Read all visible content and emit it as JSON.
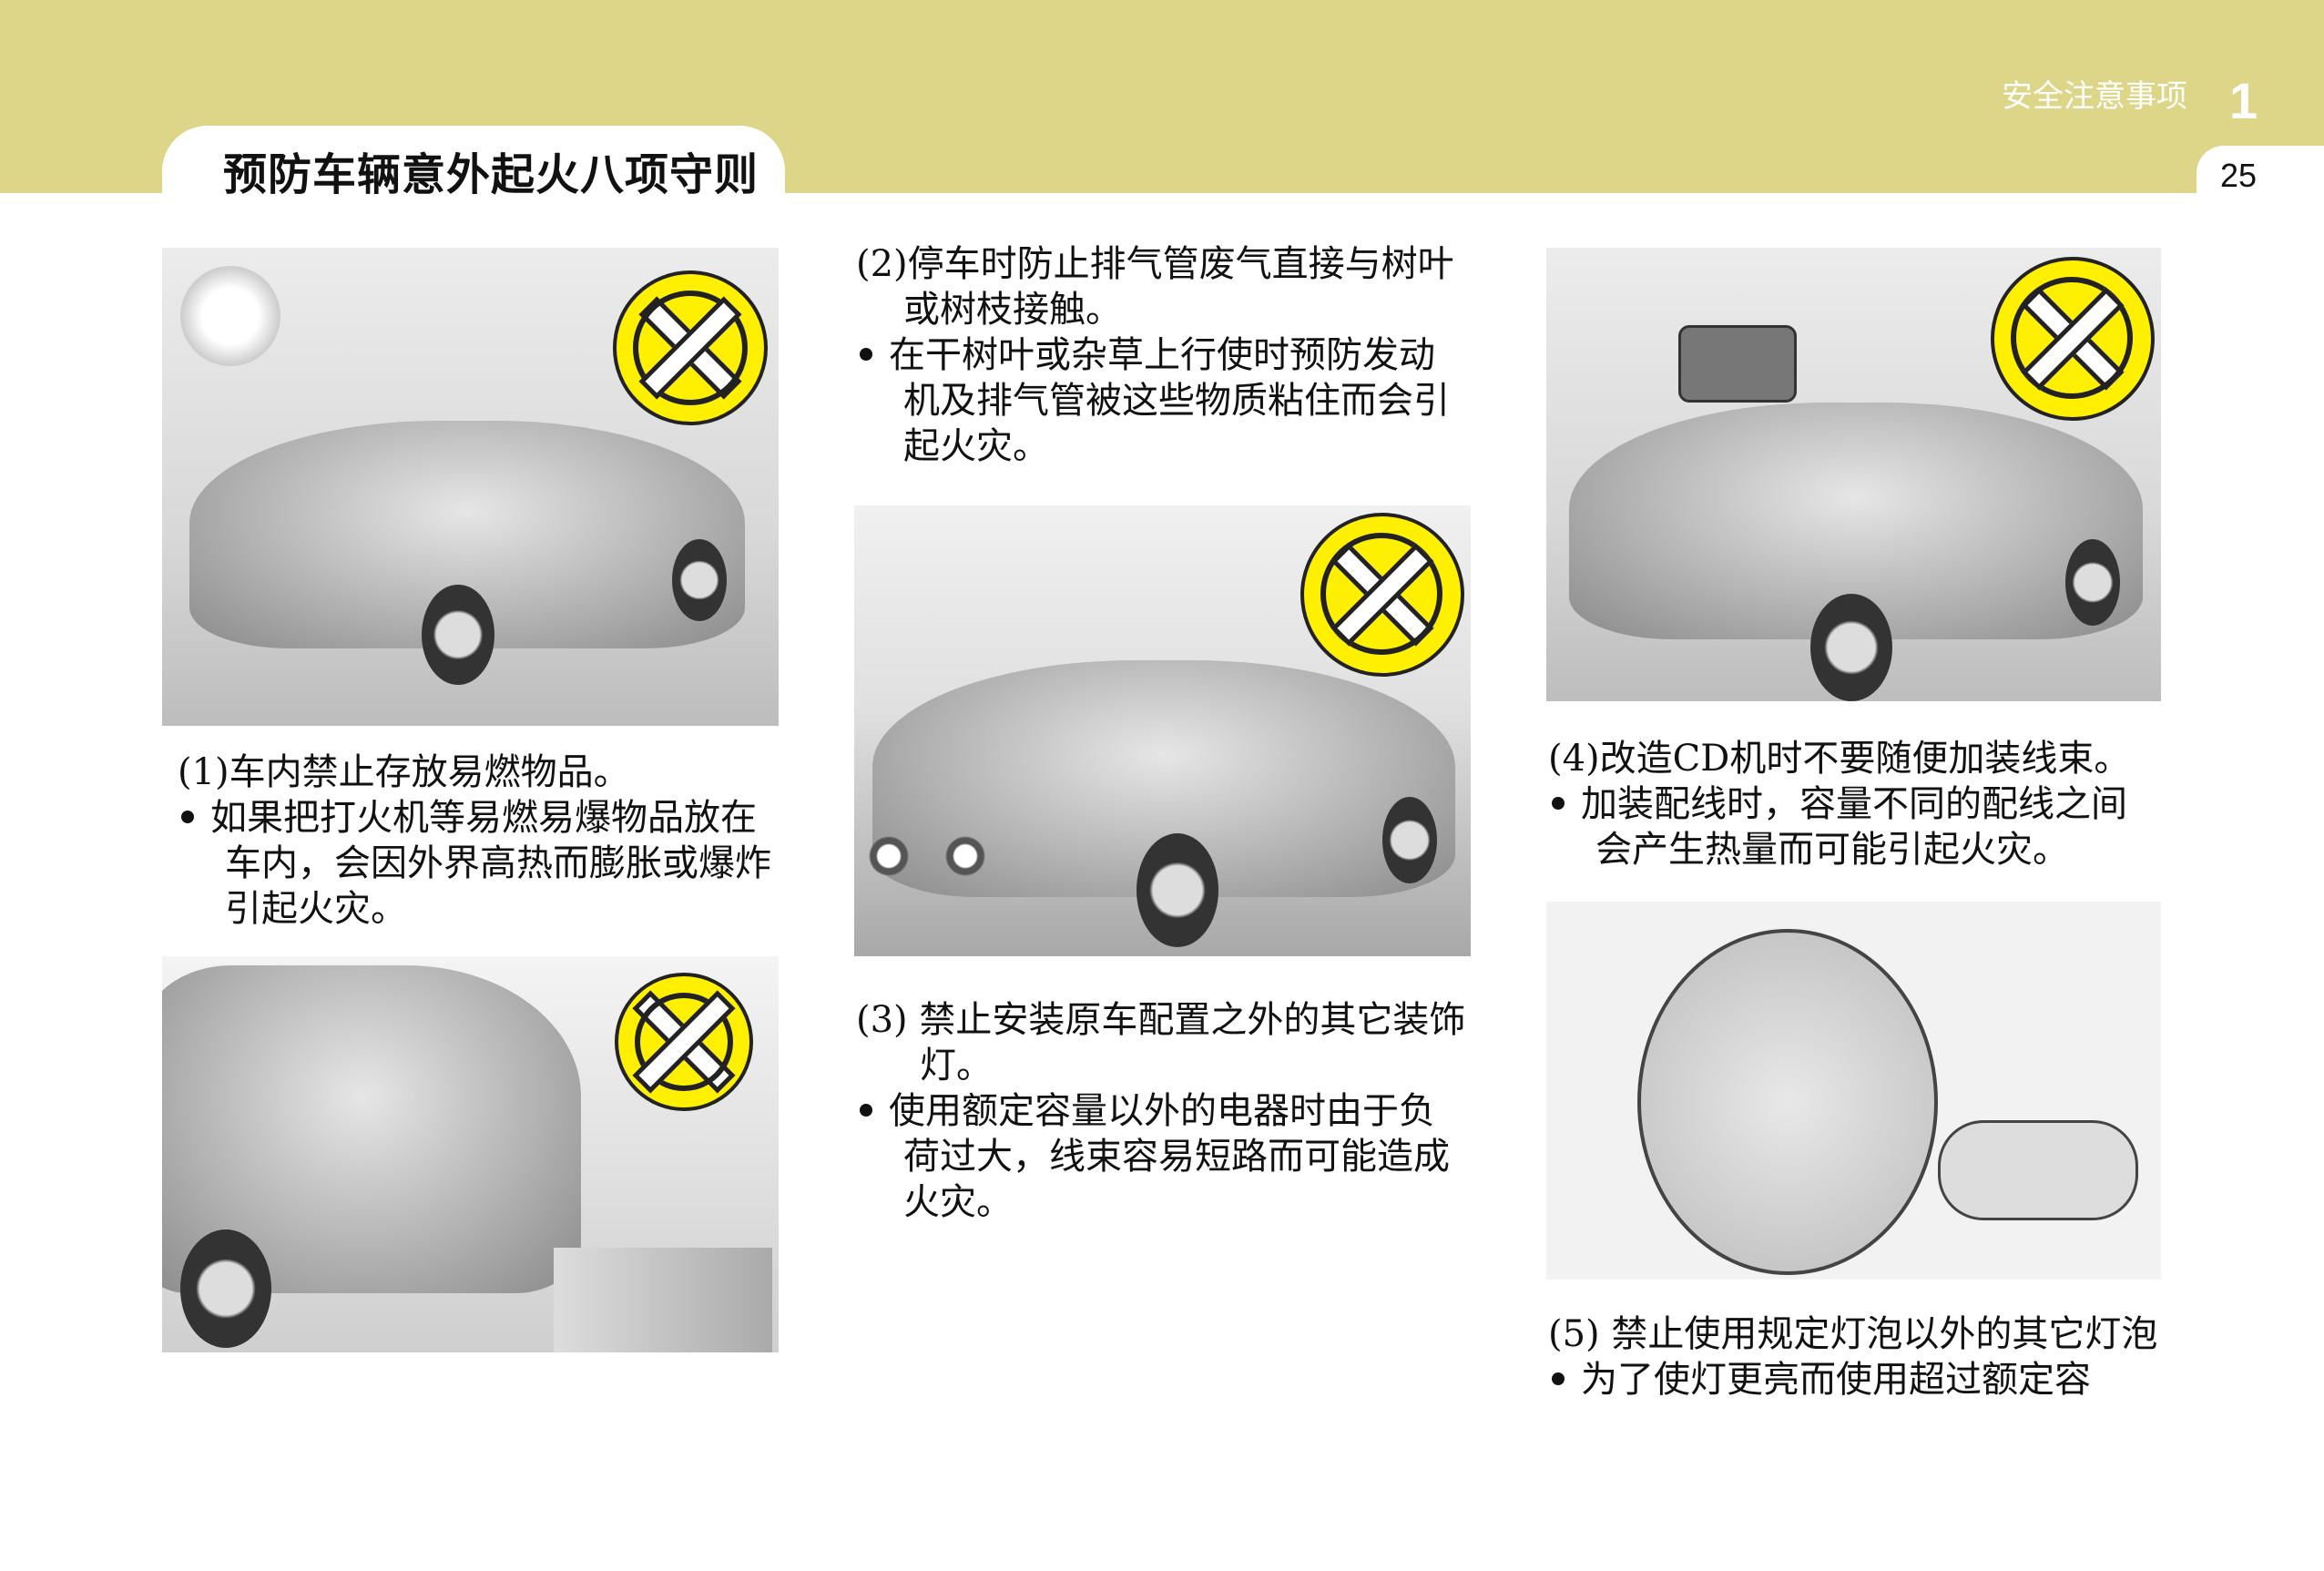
{
  "header": {
    "chapter_title": "安全注意事项",
    "chapter_number": "1",
    "page_number": "25",
    "section_title": "预防车辆意外起火八项守则"
  },
  "colors": {
    "band": "#ddd587",
    "sign_yellow": "#ffef00"
  },
  "items": [
    {
      "heading": [
        "(1)车内禁止存放易燃物品。"
      ],
      "bullet": [
        "如果把打火机等易燃易爆物品放在",
        "车内，会因外界高热而膨胀或爆炸",
        "引起火灾。"
      ]
    },
    {
      "heading": [
        "(2)停车时防止排气管废气直接与树叶",
        "或树枝接触。"
      ],
      "bullet": [
        "在干树叶或杂草上行使时预防发动",
        "机及排气管被这些物质粘住而会引",
        "起火灾。"
      ]
    },
    {
      "heading": [
        "(3) 禁止安装原车配置之外的其它装饰",
        "灯。"
      ],
      "bullet": [
        "使用额定容量以外的电器时由于负",
        "荷过大，线束容易短路而可能造成",
        "火灾。"
      ]
    },
    {
      "heading": [
        "(4)改造CD机时不要随便加装线束。"
      ],
      "bullet": [
        "加装配线时，容量不同的配线之间",
        "会产生热量而可能引起火灾。"
      ]
    },
    {
      "heading": [
        "(5) 禁止使用规定灯泡以外的其它灯泡"
      ],
      "bullet": [
        "为了使灯更亮而使用超过额定容"
      ]
    }
  ]
}
